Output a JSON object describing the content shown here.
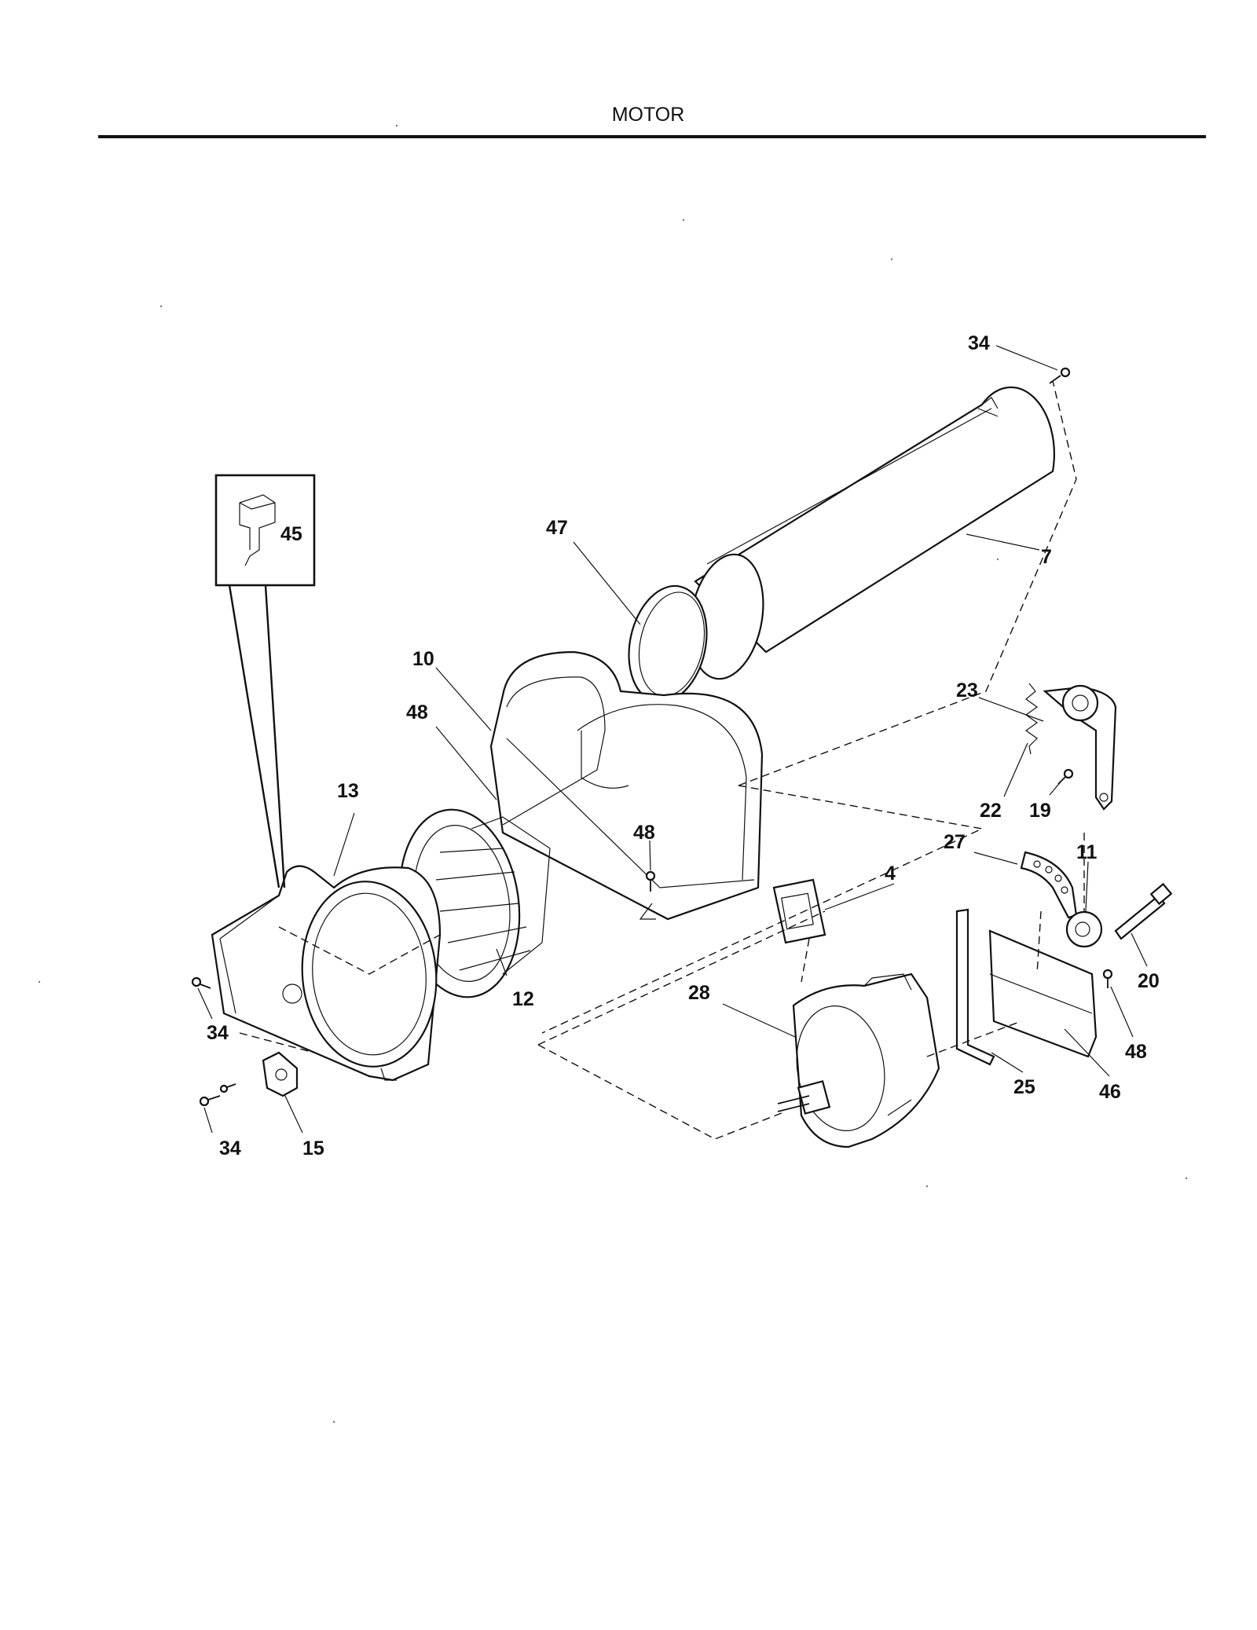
{
  "header": {
    "title": "MOTOR"
  },
  "callouts": {
    "c34_top": "34",
    "c7": "7",
    "c47": "47",
    "c45": "45",
    "c10": "10",
    "c48_a": "48",
    "c13": "13",
    "c48_b": "48",
    "c12": "12",
    "c23": "23",
    "c22": "22",
    "c19": "19",
    "c27": "27",
    "c11": "11",
    "c4": "4",
    "c20": "20",
    "c28": "28",
    "c48_c": "48",
    "c25": "25",
    "c46": "46",
    "c34_left": "34",
    "c34_bottom": "34",
    "c15": "15"
  }
}
